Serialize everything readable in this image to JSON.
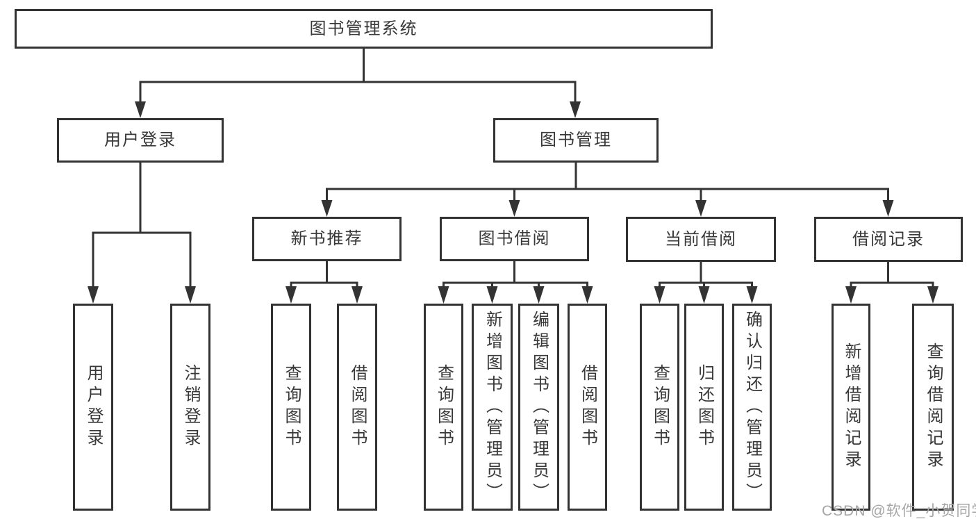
{
  "tree": {
    "label": "图书管理系统",
    "children": [
      {
        "label": "用户登录",
        "children": [
          {
            "label": "用户登录"
          },
          {
            "label": "注销登录"
          }
        ]
      },
      {
        "label": "图书管理",
        "children": [
          {
            "label": "新书推荐",
            "children": [
              {
                "label": "查询图书"
              },
              {
                "label": "借阅图书"
              }
            ]
          },
          {
            "label": "图书借阅",
            "children": [
              {
                "label": "查询图书"
              },
              {
                "label": "新增图书（管理员）"
              },
              {
                "label": "编辑图书（管理员）"
              },
              {
                "label": "借阅图书"
              }
            ]
          },
          {
            "label": "当前借阅",
            "children": [
              {
                "label": "查询图书"
              },
              {
                "label": "归还图书"
              },
              {
                "label": "确认归还（管理员）"
              }
            ]
          },
          {
            "label": "借阅记录",
            "children": [
              {
                "label": "新增借阅记录"
              },
              {
                "label": "查询借阅记录"
              }
            ]
          }
        ]
      }
    ]
  },
  "watermark": "CSDN @软件_小贺同学",
  "colors": {
    "line": "#333333",
    "text": "#383838",
    "watermark": "#a6a6a6",
    "background": "#ffffff"
  }
}
